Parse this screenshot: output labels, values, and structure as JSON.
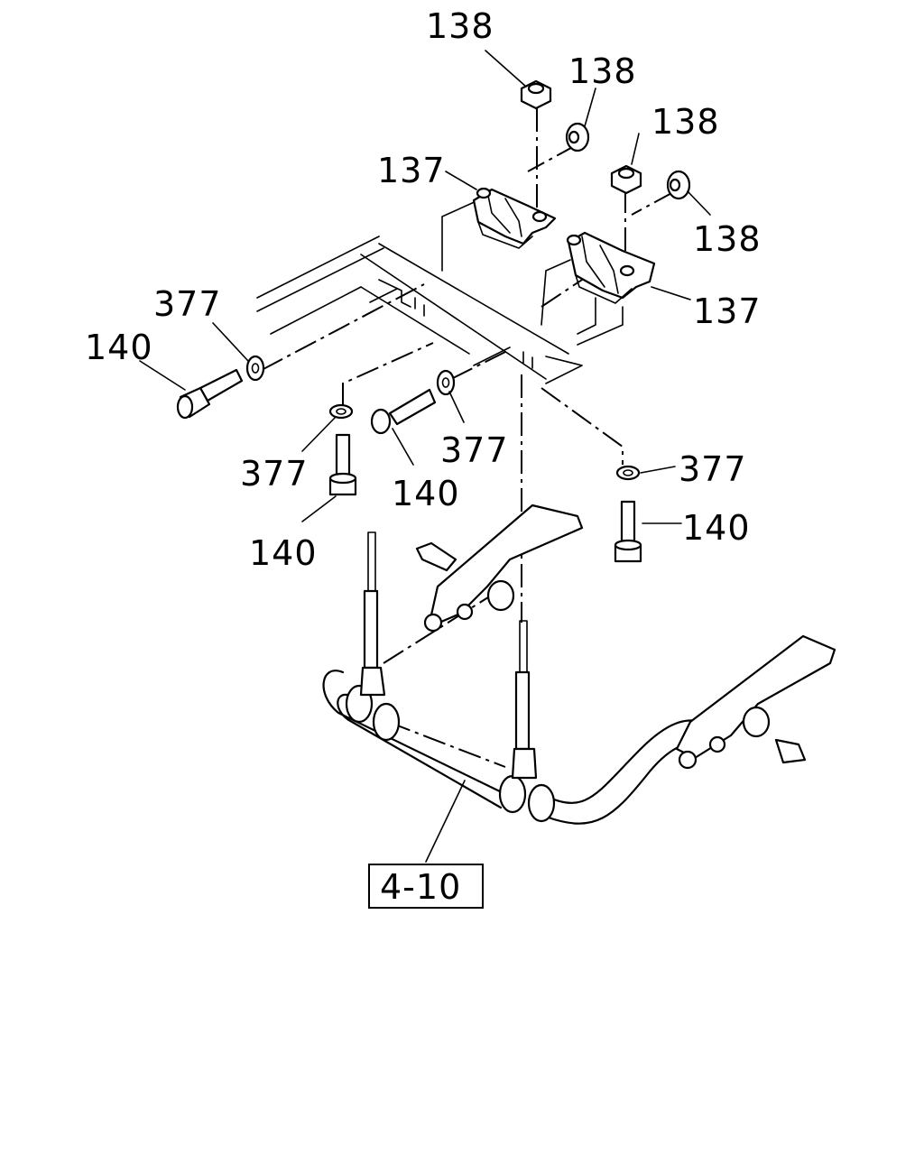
{
  "diagram": {
    "callouts": [
      {
        "id": "nut-top-a",
        "text": "138"
      },
      {
        "id": "nut-top-b",
        "text": "138"
      },
      {
        "id": "nut-right-a",
        "text": "138"
      },
      {
        "id": "nut-right-b",
        "text": "138"
      },
      {
        "id": "bracket-left",
        "text": "137"
      },
      {
        "id": "bracket-right",
        "text": "137"
      },
      {
        "id": "washer-left",
        "text": "377"
      },
      {
        "id": "washer-mid",
        "text": "377"
      },
      {
        "id": "washer-center",
        "text": "377"
      },
      {
        "id": "washer-right",
        "text": "377"
      },
      {
        "id": "bolt-left",
        "text": "140"
      },
      {
        "id": "bolt-mid",
        "text": "140"
      },
      {
        "id": "bolt-low",
        "text": "140"
      },
      {
        "id": "bolt-right",
        "text": "140"
      }
    ],
    "reference_box": "4-10"
  }
}
